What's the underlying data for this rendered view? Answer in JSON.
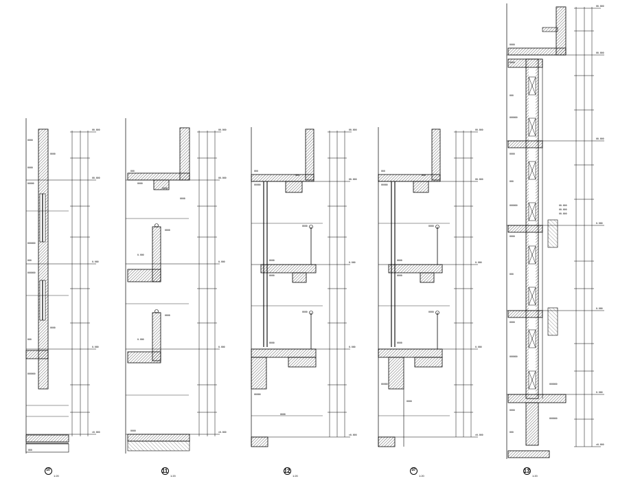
{
  "details": [
    {
      "id": "d1",
      "number": "10",
      "scale": "1:20"
    },
    {
      "id": "d2",
      "number": "11",
      "scale": "1:20"
    },
    {
      "id": "d3",
      "number": "12",
      "scale": "1:20"
    },
    {
      "id": "d4",
      "number": "10",
      "scale": "1:20"
    },
    {
      "id": "d5",
      "number": "13",
      "scale": "1:20"
    }
  ]
}
